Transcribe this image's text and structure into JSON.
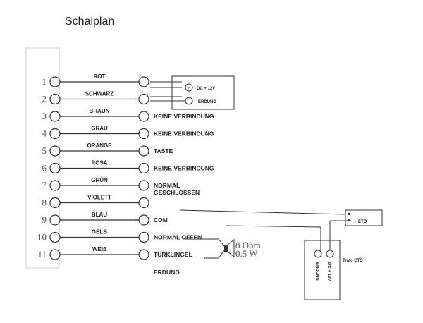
{
  "title": "Schalplan",
  "pins": [
    {
      "num": "1",
      "wire": "ROT",
      "target": ""
    },
    {
      "num": "2",
      "wire": "SCHWARZ",
      "target": ""
    },
    {
      "num": "3",
      "wire": "BRAUN",
      "target": "KEINE VERBINDUNG"
    },
    {
      "num": "4",
      "wire": "GRAU",
      "target": "KEINE VERBINDUNG"
    },
    {
      "num": "5",
      "wire": "ORANGE",
      "target": "TASTE"
    },
    {
      "num": "6",
      "wire": "ROSA",
      "target": "KEINE VERBINDUNG"
    },
    {
      "num": "7",
      "wire": "GRÜN",
      "target": "NORMAL",
      "target2": "GESCHLOSSEN"
    },
    {
      "num": "8",
      "wire": "VIOLETT",
      "target": ""
    },
    {
      "num": "9",
      "wire": "BLAU",
      "target": "COM"
    },
    {
      "num": "10",
      "wire": "GELB",
      "target": "NORMAL OFFEN"
    },
    {
      "num": "11",
      "wire": "WEIß",
      "target": "TÜRKLINGEL"
    },
    {
      "num": "",
      "wire": "",
      "target": "ERDUNG"
    }
  ],
  "power_box": {
    "dc": "DC + 12V",
    "ground": "ERDUNG"
  },
  "speaker": {
    "ohm": "8  Ohm",
    "watt": "0.5  W"
  },
  "eto": "ETÖ",
  "trafo": {
    "label": "Trafo ETÖ",
    "ground": "ERDUNG",
    "dc": "DC + 12V"
  }
}
